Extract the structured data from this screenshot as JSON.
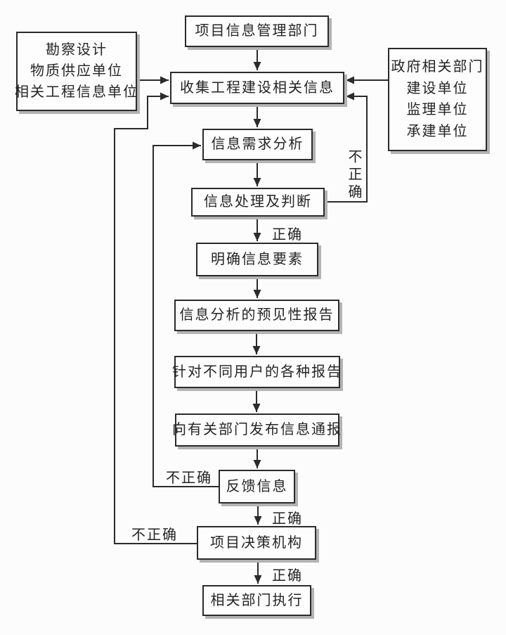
{
  "diagram": {
    "nodes": {
      "project_info_dept": {
        "label": "项目信息管理部门"
      },
      "left_sources": {
        "lines": [
          "勘察设计",
          "物质供应单位",
          "相关工程信息单位"
        ]
      },
      "collect_info": {
        "label": "收集工程建设相关信息"
      },
      "right_sources": {
        "lines": [
          "政府相关部门",
          "建设单位",
          "监理单位",
          "承建单位"
        ]
      },
      "demand_analysis": {
        "label": "信息需求分析"
      },
      "process_judge": {
        "label": "信息处理及判断"
      },
      "clarify_elements": {
        "label": "明确信息要素"
      },
      "predictive_report": {
        "label": "信息分析的预见性报告"
      },
      "user_reports": {
        "label": "针对不同用户的各种报告"
      },
      "notify_departments": {
        "label": "向有关部门发布信息通报"
      },
      "feedback": {
        "label": "反馈信息"
      },
      "decision_body": {
        "label": "项目决策机构"
      },
      "execute": {
        "label": "相关部门执行"
      }
    },
    "edge_labels": {
      "process_correct": "正确",
      "feedback_correct": "正确",
      "decision_correct": "正确",
      "process_incorrect": "不正确",
      "feedback_incorrect": "不正确",
      "decision_incorrect": "不正确"
    },
    "colors": {
      "line": "#2b2b2b",
      "box_background": "#fdfdfd",
      "shadow": "#b3b3b3",
      "page_background": "#fcfcfc"
    }
  }
}
